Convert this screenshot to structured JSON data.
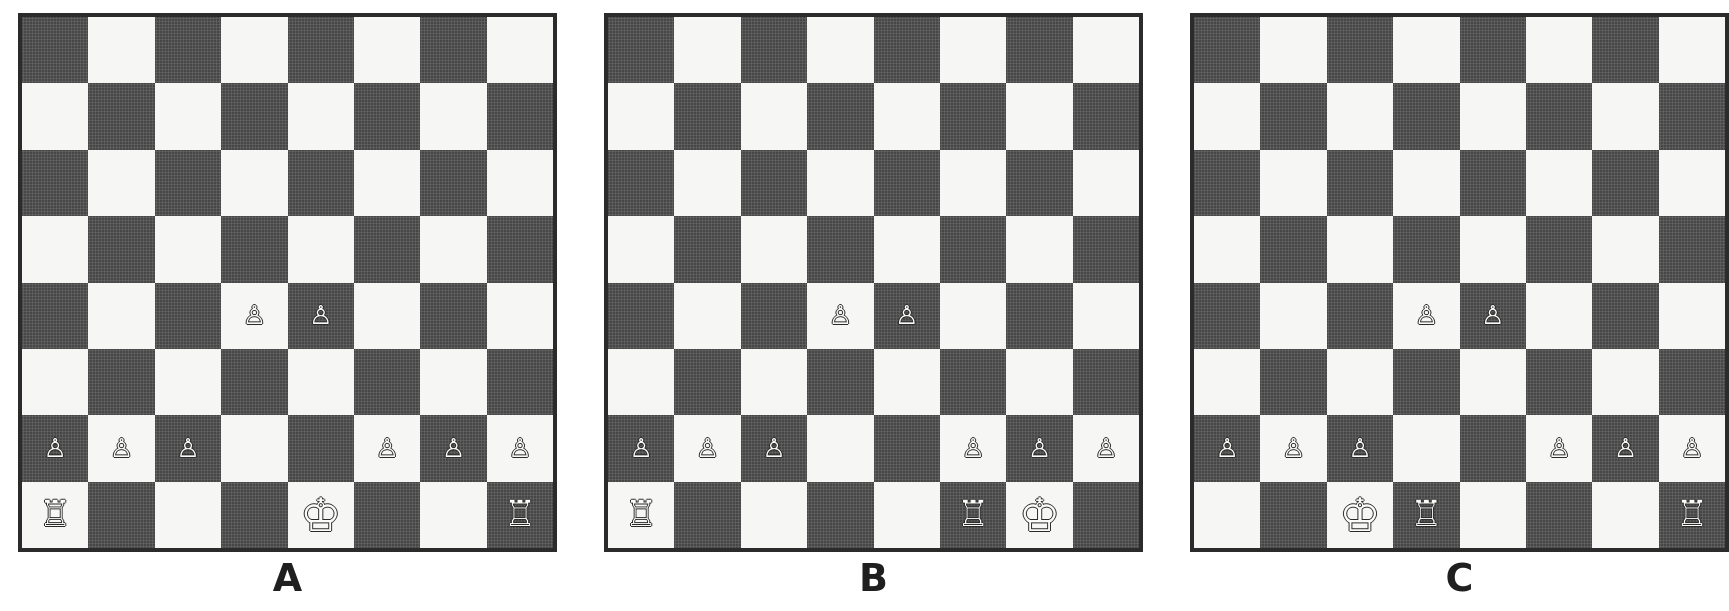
{
  "boards": [
    {
      "id": "a",
      "label": "A",
      "pieces": [
        {
          "name": "pawn",
          "color": "white",
          "square": "d4"
        },
        {
          "name": "pawn",
          "color": "white",
          "square": "e4"
        },
        {
          "name": "pawn",
          "color": "white",
          "square": "a2"
        },
        {
          "name": "pawn",
          "color": "white",
          "square": "b2"
        },
        {
          "name": "pawn",
          "color": "white",
          "square": "c2"
        },
        {
          "name": "pawn",
          "color": "white",
          "square": "f2"
        },
        {
          "name": "pawn",
          "color": "white",
          "square": "g2"
        },
        {
          "name": "pawn",
          "color": "white",
          "square": "h2"
        },
        {
          "name": "rook",
          "color": "white",
          "square": "a1"
        },
        {
          "name": "king",
          "color": "white",
          "square": "e1"
        },
        {
          "name": "rook",
          "color": "white",
          "square": "h1"
        }
      ]
    },
    {
      "id": "b",
      "label": "B",
      "pieces": [
        {
          "name": "pawn",
          "color": "white",
          "square": "d4"
        },
        {
          "name": "pawn",
          "color": "white",
          "square": "e4"
        },
        {
          "name": "pawn",
          "color": "white",
          "square": "a2"
        },
        {
          "name": "pawn",
          "color": "white",
          "square": "b2"
        },
        {
          "name": "pawn",
          "color": "white",
          "square": "c2"
        },
        {
          "name": "pawn",
          "color": "white",
          "square": "f2"
        },
        {
          "name": "pawn",
          "color": "white",
          "square": "g2"
        },
        {
          "name": "pawn",
          "color": "white",
          "square": "h2"
        },
        {
          "name": "rook",
          "color": "white",
          "square": "a1"
        },
        {
          "name": "rook",
          "color": "white",
          "square": "f1"
        },
        {
          "name": "king",
          "color": "white",
          "square": "g1"
        }
      ]
    },
    {
      "id": "c",
      "label": "C",
      "pieces": [
        {
          "name": "pawn",
          "color": "white",
          "square": "d4"
        },
        {
          "name": "pawn",
          "color": "white",
          "square": "e4"
        },
        {
          "name": "pawn",
          "color": "white",
          "square": "a2"
        },
        {
          "name": "pawn",
          "color": "white",
          "square": "b2"
        },
        {
          "name": "pawn",
          "color": "white",
          "square": "c2"
        },
        {
          "name": "pawn",
          "color": "white",
          "square": "f2"
        },
        {
          "name": "pawn",
          "color": "white",
          "square": "g2"
        },
        {
          "name": "pawn",
          "color": "white",
          "square": "h2"
        },
        {
          "name": "king",
          "color": "white",
          "square": "c1"
        },
        {
          "name": "rook",
          "color": "white",
          "square": "d1"
        },
        {
          "name": "rook",
          "color": "white",
          "square": "h1"
        }
      ]
    }
  ],
  "glyphs": {
    "pawn": "♙",
    "rook": "♖",
    "king": "♔"
  },
  "colors": {
    "dark_square": "#505050",
    "light_square": "#f6f6f4"
  }
}
